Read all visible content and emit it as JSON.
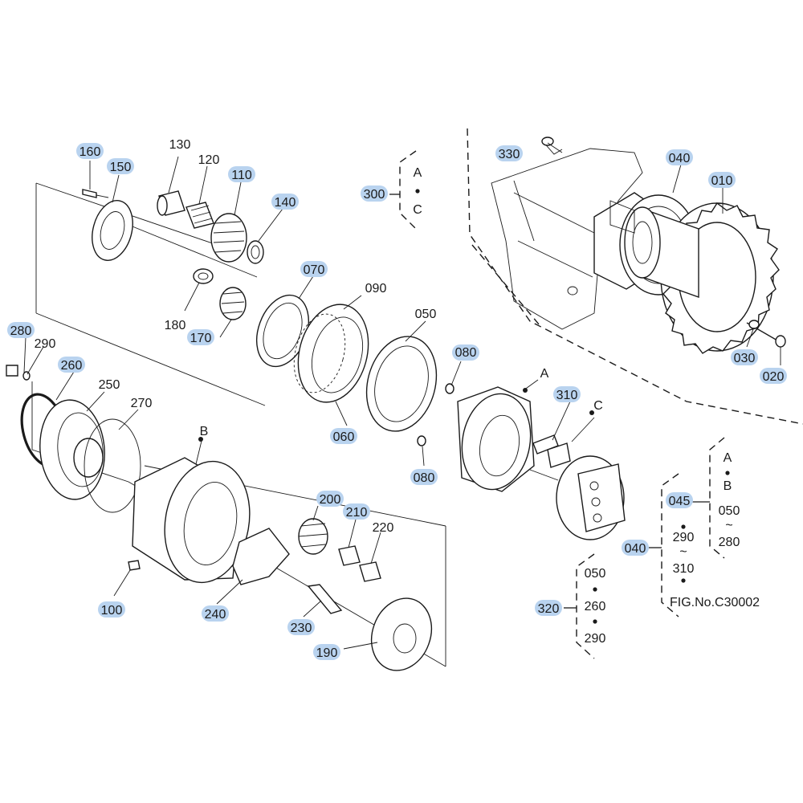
{
  "callouts": {
    "c010": "010",
    "c020": "020",
    "c030": "030",
    "c040": "040",
    "c050": "050",
    "c060": "060",
    "c070": "070",
    "c080a": "080",
    "c080b": "080",
    "c090": "090",
    "c100": "100",
    "c110": "110",
    "c120": "120",
    "c130": "130",
    "c140": "140",
    "c150": "150",
    "c160": "160",
    "c170": "170",
    "c180": "180",
    "c190": "190",
    "c200": "200",
    "c210": "210",
    "c220": "220",
    "c230": "230",
    "c240": "240",
    "c250": "250",
    "c260": "260",
    "c270": "270",
    "c280": "280",
    "c290": "290",
    "c300": "300",
    "c310": "310",
    "c320": "320",
    "c330": "330",
    "c040b": "040",
    "c045": "045"
  },
  "markers": {
    "a": "A",
    "b": "B",
    "c": "C"
  },
  "group300": {
    "from": "A",
    "to": "C"
  },
  "group040": {
    "sub045": {
      "a": "A",
      "b": "B",
      "from": "050",
      "to": "280"
    },
    "from": "290",
    "to": "310",
    "fig": "FIG.No.C30002"
  },
  "group320": {
    "i1": "050",
    "i2": "260",
    "i3": "290"
  },
  "tilde": "~"
}
